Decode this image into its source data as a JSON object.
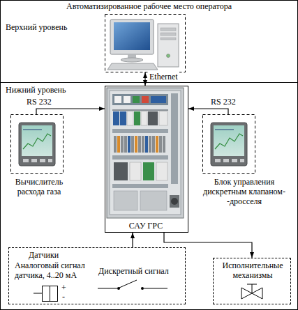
{
  "diagram": {
    "nodes": [
      {
        "text": [
          "Верхний уровень"
        ]
      },
      {
        "text": [
          "Автоматизированное рабочее место оператора"
        ],
        "in": 0
      },
      {
        "text": [
          "Нижний уровень"
        ]
      },
      {
        "text": [
          "САУ ГРС"
        ],
        "in": 2
      },
      {
        "text": [
          "Вычислитель расхода газа"
        ],
        "in": 2
      },
      {
        "text": [
          "Блок управления дискретным клапаном- -дросселя"
        ],
        "in": 2
      },
      {
        "text": [
          "Датчики",
          "Аналоговый сигнал датчика, 4..20 мА",
          "Дискретный сигнал"
        ],
        "in": 2
      },
      {
        "text": [
          "Исполнительные механизмы"
        ],
        "in": 2
      }
    ],
    "edges": [
      {
        "from": 1,
        "to": 3,
        "arrow": "both",
        "label": "Ethernet"
      },
      {
        "from": 4,
        "to": 3,
        "arrow": "to",
        "label": "RS 232"
      },
      {
        "from": 5,
        "to": 3,
        "arrow": "to",
        "label": "RS 232"
      },
      {
        "from": 6,
        "to": 3,
        "arrow": "to"
      },
      {
        "from": 3,
        "to": 7,
        "arrow": "to"
      }
    ],
    "labels": [
      "+",
      "-"
    ]
  }
}
